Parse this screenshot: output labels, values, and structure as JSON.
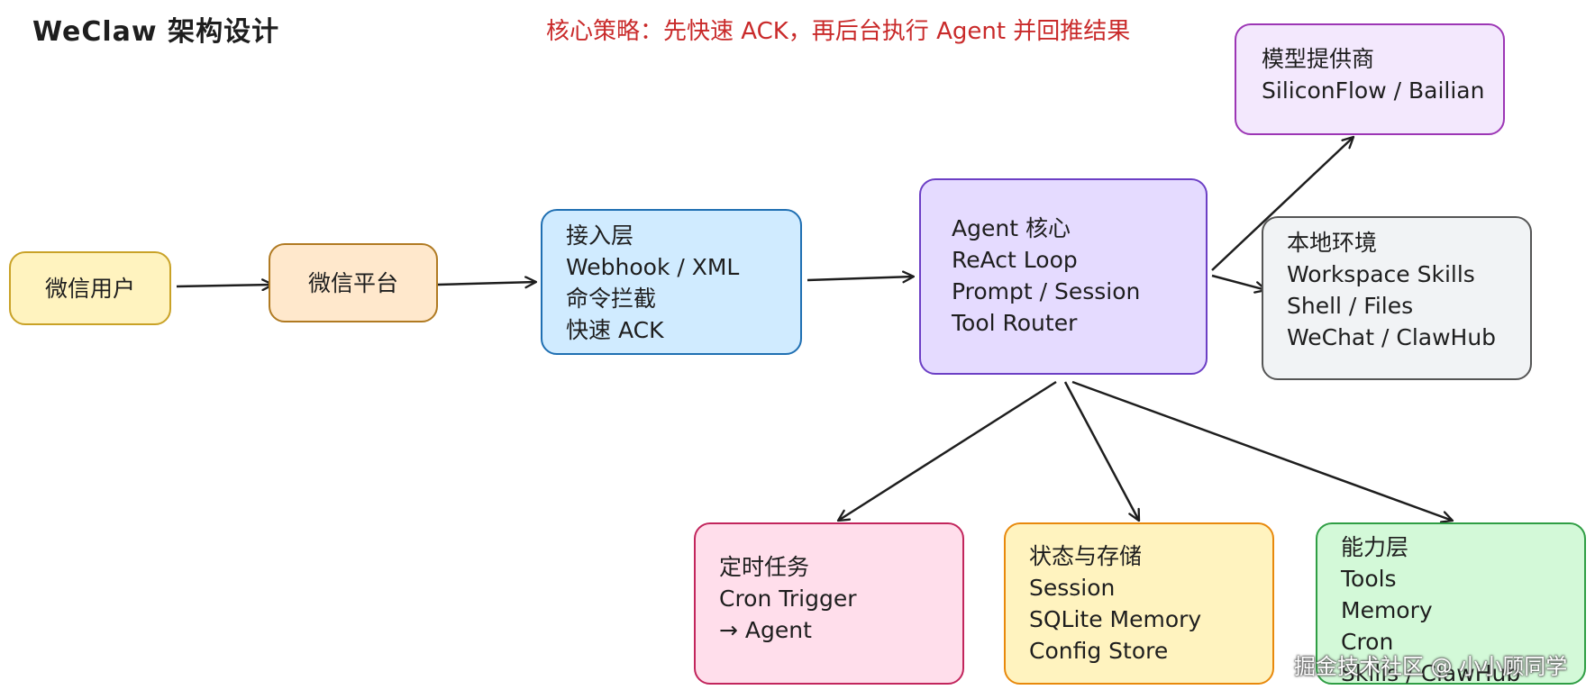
{
  "title": "WeClaw 架构设计",
  "subtitle": "核心策略：先快速 ACK，再后台执行 Agent 并回推结果",
  "nodes": {
    "user": {
      "lines": [
        "微信用户"
      ]
    },
    "platform": {
      "lines": [
        "微信平台"
      ]
    },
    "access": {
      "lines": [
        "接入层",
        "Webhook / XML",
        "命令拦截",
        "快速 ACK"
      ]
    },
    "agent": {
      "lines": [
        "Agent 核心",
        "ReAct Loop",
        "Prompt / Session",
        "Tool Router"
      ]
    },
    "provider": {
      "lines": [
        "模型提供商",
        "SiliconFlow / Bailian"
      ]
    },
    "local": {
      "lines": [
        "本地环境",
        "Workspace Skills",
        "Shell / Files",
        "WeChat / ClawHub"
      ]
    },
    "cron": {
      "lines": [
        "定时任务",
        "Cron Trigger",
        "→ Agent"
      ]
    },
    "state": {
      "lines": [
        "状态与存储",
        "Session",
        "SQLite Memory",
        "Config Store"
      ]
    },
    "capability": {
      "lines": [
        "能力层",
        "Tools",
        "Memory",
        "Cron",
        "Skills / ClawHub"
      ]
    }
  },
  "watermark": "掘金技术社区 @ 小小顾同学",
  "colors": {
    "user": "#fff3bf",
    "platform": "#ffe8cc",
    "access": "#d0ebff",
    "agent": "#e5dbff",
    "provider": "#f3e8fd",
    "local": "#f1f3f5",
    "cron": "#ffdeeb",
    "state": "#fff3bf",
    "capability": "#d3f9d8",
    "accent": "#c92a2a"
  }
}
